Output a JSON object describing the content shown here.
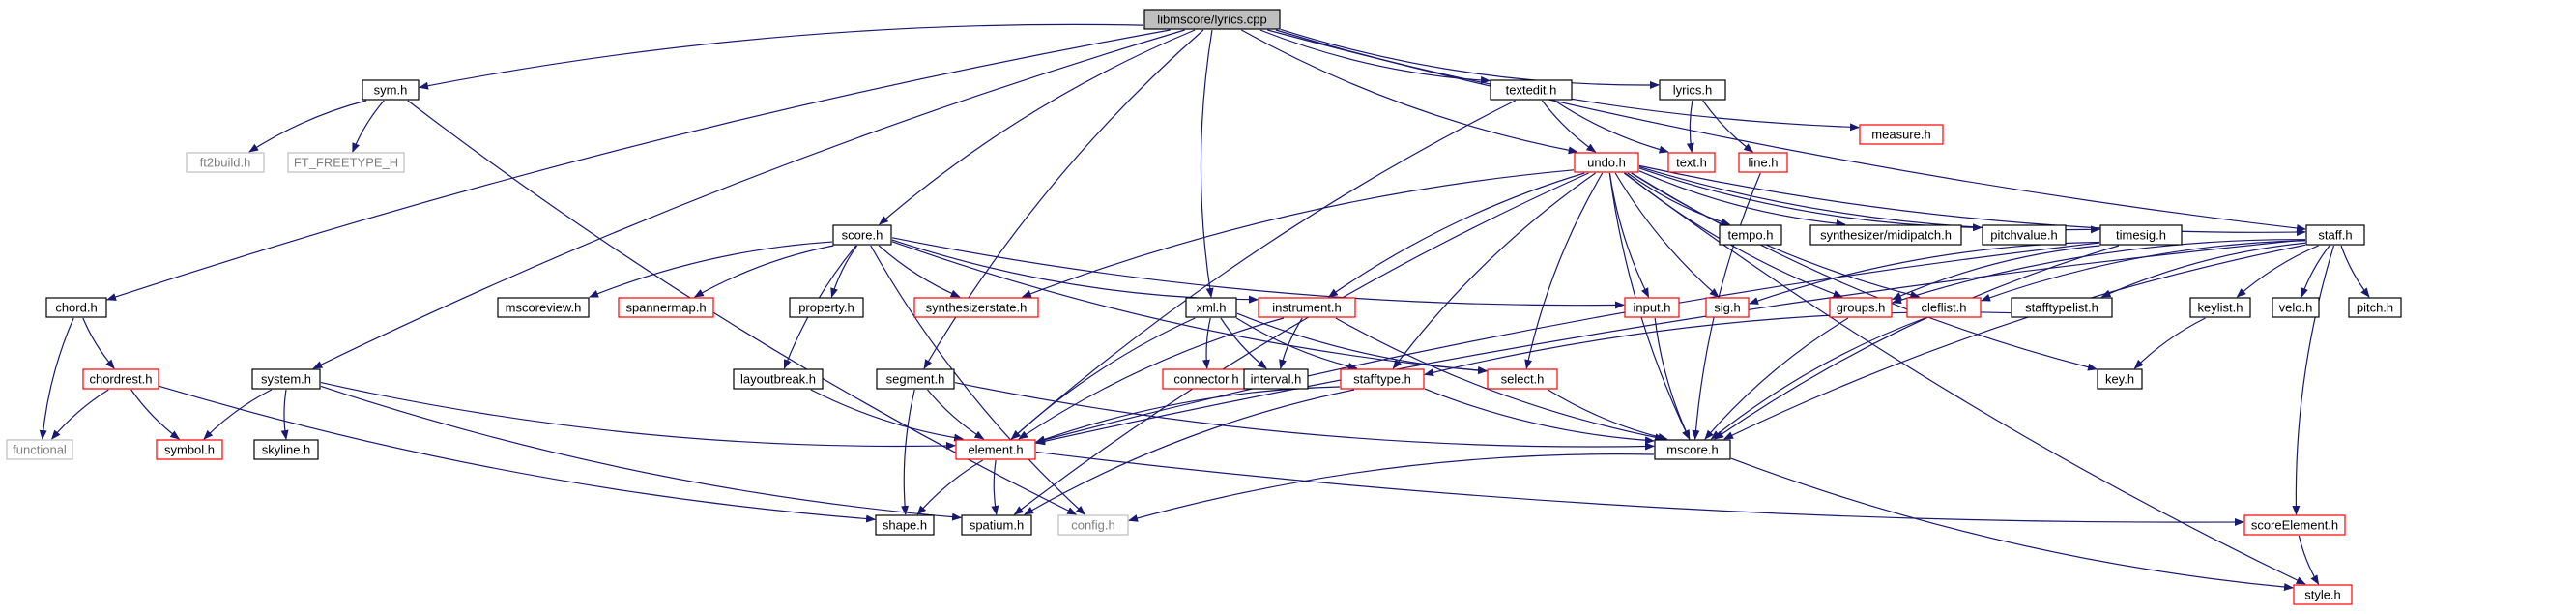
{
  "graph": {
    "colors": {
      "edge": "#191970",
      "root_fill": "#bfbfbf",
      "root_border": "#000000",
      "node_border": "#000000",
      "documented_border": "#ff0000",
      "external_border": "#bfbfbf",
      "external_text": "#7f7f7f"
    },
    "nodes": [
      {
        "id": "root",
        "label": "libmscore/lyrics.cpp",
        "kind": "root"
      },
      {
        "id": "sym",
        "label": "sym.h",
        "kind": "normal"
      },
      {
        "id": "textedit",
        "label": "textedit.h",
        "kind": "normal"
      },
      {
        "id": "lyrics",
        "label": "lyrics.h",
        "kind": "normal"
      },
      {
        "id": "measure",
        "label": "measure.h",
        "kind": "red"
      },
      {
        "id": "ft2build",
        "label": "ft2build.h",
        "kind": "external"
      },
      {
        "id": "freetype",
        "label": "FT_FREETYPE_H",
        "kind": "external"
      },
      {
        "id": "undo",
        "label": "undo.h",
        "kind": "red"
      },
      {
        "id": "text",
        "label": "text.h",
        "kind": "red"
      },
      {
        "id": "line",
        "label": "line.h",
        "kind": "red"
      },
      {
        "id": "score",
        "label": "score.h",
        "kind": "normal"
      },
      {
        "id": "tempo",
        "label": "tempo.h",
        "kind": "normal"
      },
      {
        "id": "midipatch",
        "label": "synthesizer/midipatch.h",
        "kind": "normal"
      },
      {
        "id": "pitchvalue",
        "label": "pitchvalue.h",
        "kind": "normal"
      },
      {
        "id": "timesig",
        "label": "timesig.h",
        "kind": "normal"
      },
      {
        "id": "staff",
        "label": "staff.h",
        "kind": "normal"
      },
      {
        "id": "chord",
        "label": "chord.h",
        "kind": "normal"
      },
      {
        "id": "mscoreview",
        "label": "mscoreview.h",
        "kind": "normal"
      },
      {
        "id": "spannermap",
        "label": "spannermap.h",
        "kind": "red"
      },
      {
        "id": "property",
        "label": "property.h",
        "kind": "normal"
      },
      {
        "id": "synthstate",
        "label": "synthesizerstate.h",
        "kind": "red"
      },
      {
        "id": "xml",
        "label": "xml.h",
        "kind": "normal"
      },
      {
        "id": "instrument",
        "label": "instrument.h",
        "kind": "red"
      },
      {
        "id": "input",
        "label": "input.h",
        "kind": "red"
      },
      {
        "id": "sig",
        "label": "sig.h",
        "kind": "red"
      },
      {
        "id": "groups",
        "label": "groups.h",
        "kind": "red"
      },
      {
        "id": "cleflist",
        "label": "cleflist.h",
        "kind": "red"
      },
      {
        "id": "stafftypelist",
        "label": "stafftypelist.h",
        "kind": "normal"
      },
      {
        "id": "keylist",
        "label": "keylist.h",
        "kind": "normal"
      },
      {
        "id": "velo",
        "label": "velo.h",
        "kind": "normal"
      },
      {
        "id": "pitch",
        "label": "pitch.h",
        "kind": "normal"
      },
      {
        "id": "chordrest",
        "label": "chordrest.h",
        "kind": "red"
      },
      {
        "id": "system",
        "label": "system.h",
        "kind": "normal"
      },
      {
        "id": "layoutbreak",
        "label": "layoutbreak.h",
        "kind": "normal"
      },
      {
        "id": "segment",
        "label": "segment.h",
        "kind": "normal"
      },
      {
        "id": "connector",
        "label": "connector.h",
        "kind": "red"
      },
      {
        "id": "interval",
        "label": "interval.h",
        "kind": "normal"
      },
      {
        "id": "stafftype",
        "label": "stafftype.h",
        "kind": "red"
      },
      {
        "id": "select",
        "label": "select.h",
        "kind": "red"
      },
      {
        "id": "key",
        "label": "key.h",
        "kind": "normal"
      },
      {
        "id": "functional",
        "label": "functional",
        "kind": "external"
      },
      {
        "id": "symbol",
        "label": "symbol.h",
        "kind": "red"
      },
      {
        "id": "skyline",
        "label": "skyline.h",
        "kind": "normal"
      },
      {
        "id": "element",
        "label": "element.h",
        "kind": "red"
      },
      {
        "id": "mscore",
        "label": "mscore.h",
        "kind": "normal"
      },
      {
        "id": "shape",
        "label": "shape.h",
        "kind": "normal"
      },
      {
        "id": "spatium",
        "label": "spatium.h",
        "kind": "normal"
      },
      {
        "id": "config",
        "label": "config.h",
        "kind": "external"
      },
      {
        "id": "scoreElement",
        "label": "scoreElement.h",
        "kind": "red"
      },
      {
        "id": "style",
        "label": "style.h",
        "kind": "red"
      }
    ],
    "edges": [
      [
        "root",
        "chord"
      ],
      [
        "root",
        "system"
      ],
      [
        "root",
        "sym"
      ],
      [
        "root",
        "score"
      ],
      [
        "root",
        "segment"
      ],
      [
        "root",
        "xml"
      ],
      [
        "root",
        "undo"
      ],
      [
        "root",
        "textedit"
      ],
      [
        "root",
        "lyrics"
      ],
      [
        "root",
        "staff"
      ],
      [
        "root",
        "measure"
      ],
      [
        "sym",
        "ft2build"
      ],
      [
        "sym",
        "freetype"
      ],
      [
        "sym",
        "config"
      ],
      [
        "textedit",
        "undo"
      ],
      [
        "textedit",
        "text"
      ],
      [
        "textedit",
        "element"
      ],
      [
        "lyrics",
        "text"
      ],
      [
        "lyrics",
        "line"
      ],
      [
        "line",
        "mscore"
      ],
      [
        "undo",
        "synthstate"
      ],
      [
        "undo",
        "tempo"
      ],
      [
        "undo",
        "midipatch"
      ],
      [
        "undo",
        "pitchvalue"
      ],
      [
        "undo",
        "timesig"
      ],
      [
        "undo",
        "staff"
      ],
      [
        "undo",
        "instrument"
      ],
      [
        "undo",
        "input"
      ],
      [
        "undo",
        "sig"
      ],
      [
        "undo",
        "groups"
      ],
      [
        "undo",
        "cleflist"
      ],
      [
        "undo",
        "stafftype"
      ],
      [
        "undo",
        "select"
      ],
      [
        "undo",
        "key"
      ],
      [
        "undo",
        "mscore"
      ],
      [
        "undo",
        "style"
      ],
      [
        "undo",
        "spatium"
      ],
      [
        "score",
        "mscoreview"
      ],
      [
        "score",
        "spannermap"
      ],
      [
        "score",
        "property"
      ],
      [
        "score",
        "synthstate"
      ],
      [
        "score",
        "instrument"
      ],
      [
        "score",
        "input"
      ],
      [
        "score",
        "select"
      ],
      [
        "score",
        "layoutbreak"
      ],
      [
        "score",
        "config"
      ],
      [
        "timesig",
        "sig"
      ],
      [
        "timesig",
        "groups"
      ],
      [
        "timesig",
        "element"
      ],
      [
        "timesig",
        "mscore"
      ],
      [
        "staff",
        "groups"
      ],
      [
        "staff",
        "cleflist"
      ],
      [
        "staff",
        "stafftypelist"
      ],
      [
        "staff",
        "keylist"
      ],
      [
        "staff",
        "velo"
      ],
      [
        "staff",
        "pitch"
      ],
      [
        "staff",
        "scoreElement"
      ],
      [
        "staff",
        "mscore"
      ],
      [
        "staff",
        "element"
      ],
      [
        "chord",
        "chordrest"
      ],
      [
        "chord",
        "functional"
      ],
      [
        "chordrest",
        "functional"
      ],
      [
        "chordrest",
        "symbol"
      ],
      [
        "chordrest",
        "shape"
      ],
      [
        "system",
        "symbol"
      ],
      [
        "system",
        "skyline"
      ],
      [
        "system",
        "element"
      ],
      [
        "system",
        "spatium"
      ],
      [
        "layoutbreak",
        "element"
      ],
      [
        "segment",
        "element"
      ],
      [
        "segment",
        "shape"
      ],
      [
        "segment",
        "mscore"
      ],
      [
        "xml",
        "connector"
      ],
      [
        "xml",
        "interval"
      ],
      [
        "xml",
        "stafftype"
      ],
      [
        "xml",
        "select"
      ],
      [
        "xml",
        "element"
      ],
      [
        "instrument",
        "interval"
      ],
      [
        "instrument",
        "mscore"
      ],
      [
        "instrument",
        "element"
      ],
      [
        "stafftypelist",
        "stafftype"
      ],
      [
        "stafftype",
        "element"
      ],
      [
        "stafftype",
        "mscore"
      ],
      [
        "stafftype",
        "spatium"
      ],
      [
        "input",
        "mscore"
      ],
      [
        "groups",
        "mscore"
      ],
      [
        "cleflist",
        "mscore"
      ],
      [
        "select",
        "mscore"
      ],
      [
        "keylist",
        "key"
      ],
      [
        "element",
        "shape"
      ],
      [
        "element",
        "spatium"
      ],
      [
        "element",
        "scoreElement"
      ],
      [
        "mscore",
        "config"
      ],
      [
        "mscore",
        "style"
      ],
      [
        "scoreElement",
        "style"
      ]
    ]
  }
}
